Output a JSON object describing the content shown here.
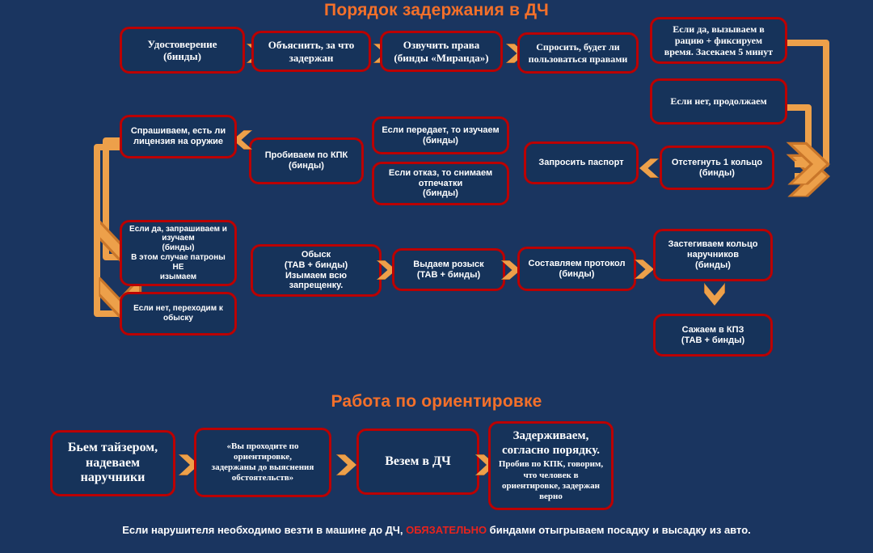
{
  "colors": {
    "background": "#1a3560",
    "box_fill": "#16335a",
    "box_border": "#bb0000",
    "arrow": "#eda04a",
    "title": "#f4702a",
    "text": "#ffffff",
    "highlight": "#e8231c"
  },
  "sections": {
    "detention": {
      "title": "Порядок задержания в ДЧ"
    },
    "orientation": {
      "title": "Работа по ориентировке"
    }
  },
  "detention_steps": {
    "row1": [
      {
        "id": "udostoverenie",
        "text": "Удостоверение\n(бинды)"
      },
      {
        "id": "objasnit",
        "text": "Объяснить, за что\nзадержан"
      },
      {
        "id": "ozvuchit-prava",
        "text": "Озвучить права\n(бинды «Миранда»)"
      },
      {
        "id": "sprosit-prava",
        "text": "Спросить, будет ли\nпользоваться правами"
      }
    ],
    "row1_branches": [
      {
        "id": "esli-da-raciya",
        "text": "Если да, вызываем в\nрацию + фиксируем\nвремя. Засекаем 5 минут"
      },
      {
        "id": "esli-net-prodolzhaem",
        "text": "Если нет, продолжаем"
      }
    ],
    "row2": [
      {
        "id": "otstegnut-kolco",
        "text": "Отстегнуть 1 кольцо\n(бинды)"
      },
      {
        "id": "zaprosit-pasport",
        "text": "Запросить паспорт"
      },
      {
        "id": "esli-peredaet",
        "text": "Если передает, то изучаем\n(бинды)"
      },
      {
        "id": "esli-otkaz",
        "text": "Если отказ, то снимаем\nотпечатки\n(бинды)"
      },
      {
        "id": "probivaem-kpk",
        "text": "Пробиваем по КПК\n(бинды)"
      },
      {
        "id": "sprashivaem-licenziya",
        "text": "Спрашиваем, есть ли\nлицензия на оружие"
      }
    ],
    "row3_branches": [
      {
        "id": "esli-da-zaprashivaem",
        "text": "Если да, запрашиваем и\nизучаем\n(бинды)\nВ этом случае патроны НЕ\nизымаем"
      },
      {
        "id": "esli-net-obysk",
        "text": "Если нет, переходим к\nобыску"
      }
    ],
    "row3": [
      {
        "id": "obysk",
        "text": "Обыск\n(ТАВ + бинды)\nИзымаем всю запрещенку."
      },
      {
        "id": "vydaem-rozysk",
        "text": "Выдаем розыск\n(ТАВ + бинды)"
      },
      {
        "id": "sostavlyaem-protokol",
        "text": "Составляем протокол\n(бинды)"
      },
      {
        "id": "zastegivaem-kolco",
        "text": "Застегиваем кольцо\nнаручников\n(бинды)"
      }
    ],
    "final": {
      "id": "sazhaem-kpz",
      "text": "Сажаем в КПЗ\n(ТАВ + бинды)"
    }
  },
  "orientation_steps": [
    {
      "id": "taizer",
      "text": "Бьем тайзером,\nнадеваем\nнаручники"
    },
    {
      "id": "vy-prohodite",
      "text": "«Вы проходите по\nориентировке,\nзадержаны до выяснения\nобстоятельств»"
    },
    {
      "id": "vezem-v-dch",
      "text": "Везем в ДЧ"
    },
    {
      "id": "zaderzhivaem",
      "lead": "Задерживаем,\nсогласно порядку.",
      "sub": "Пробив по КПК, говорим,\nчто человек в\nориентировке, задержан\nверно"
    }
  ],
  "footer": {
    "part1": "Если нарушителя необходимо везти в машине до ДЧ, ",
    "highlight": "ОБЯЗАТЕЛЬНО",
    "part2": " биндами отыгрываем посадку и высадку из авто."
  }
}
